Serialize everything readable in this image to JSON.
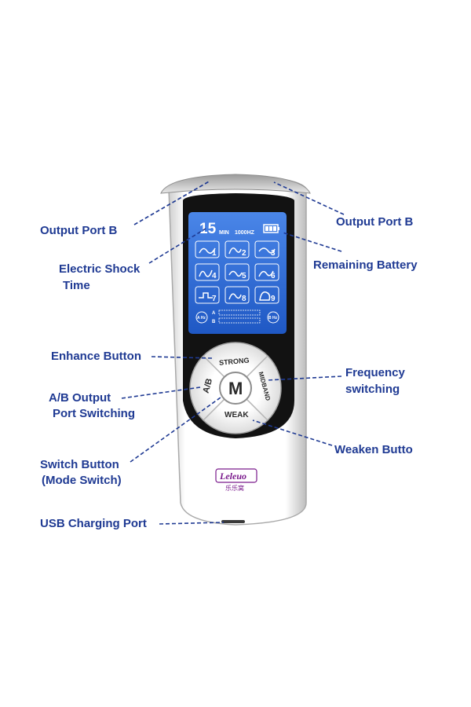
{
  "callouts": {
    "output_port_b_left": "Output Port B",
    "output_port_b_right": "Output Port B",
    "electric_shock_time_line1": "Electric Shock",
    "electric_shock_time_line2": "Time",
    "remaining_battery": "Remaining Battery",
    "enhance_button": "Enhance Button",
    "frequency_switching_line1": "Frequency",
    "frequency_switching_line2": "switching",
    "ab_output_line1": "A/B Output",
    "ab_output_line2": "Port Switching",
    "weaken_button": "Weaken Butto",
    "switch_button_line1": "Switch Button",
    "switch_button_line2": "(Mode Switch)",
    "usb_charging_port": "USB Charging Port"
  },
  "display": {
    "time_value": "15",
    "time_unit": "MIN",
    "frequency": "1000HZ",
    "mode_numbers": [
      "1",
      "2",
      "3",
      "4",
      "5",
      "6",
      "7",
      "8",
      "9"
    ],
    "channel_a": "A",
    "channel_b": "B",
    "a_hz": "A Hz",
    "b_hz": "B Hz"
  },
  "buttons": {
    "strong": "STRONG",
    "weak": "WEAK",
    "ab": "A/B",
    "midband": "MIDBAND",
    "mode": "M"
  },
  "brand": {
    "logo_text": "Leleuo",
    "chinese_name": "乐乐窝"
  },
  "colors": {
    "callout_text": "#1f3a93",
    "lcd_blue": "#2f6fd6",
    "device_body": "#ffffff",
    "device_face": "#111111",
    "logo": "#7a1a8c"
  }
}
